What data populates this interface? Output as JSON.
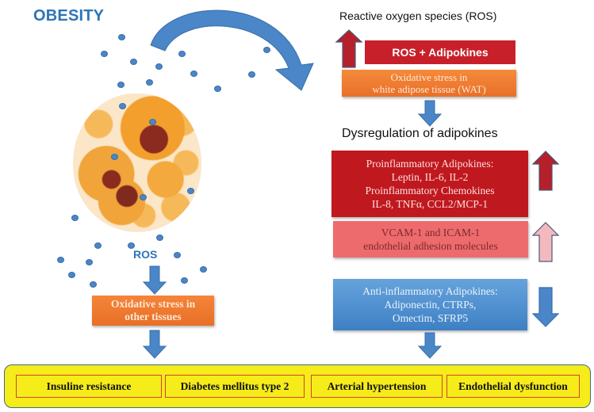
{
  "title": "OBESITY",
  "ros_label_left": "ROS",
  "right_column": {
    "header": "Reactive oxygen species (ROS)",
    "ros_adipokines": "ROS + Adipokines",
    "oxidative_wat": [
      "Oxidative stress in",
      "white adipose tissue (WAT)"
    ],
    "dysregulation_heading": "Dysregulation of adipokines",
    "proinflammatory": [
      "Proinflammatory Adipokines:",
      "Leptin, IL-6, IL-2",
      "Proinflammatory Chemokines",
      "IL-8, TNFα, CCL2/MCP-1"
    ],
    "adhesion": [
      "VCAM-1 and ICAM-1",
      "endothelial adhesion molecules"
    ],
    "anti_inflammatory": [
      "Anti-inflammatory Adipokines:",
      "Adiponectin, CTRPs,",
      "Omectim, SFRP5"
    ],
    "trend_arrows": {
      "ros": "up",
      "proinflammatory": "up",
      "adhesion": "up",
      "anti_inflammatory": "down"
    }
  },
  "left_column": {
    "oxidative_other": [
      "Oxidative stress in",
      "other tissues"
    ]
  },
  "outcomes": [
    "Insuline resistance",
    "Diabetes mellitus type 2",
    "Arterial hypertension",
    "Endothelial dysfunction"
  ],
  "colors": {
    "title_blue": "#2e75b6",
    "red": "#c8202a",
    "light_red": "#ee6b6d",
    "orange": "#ed7d31",
    "blue": "#4a86c8",
    "yellow": "#f5ec1a"
  }
}
